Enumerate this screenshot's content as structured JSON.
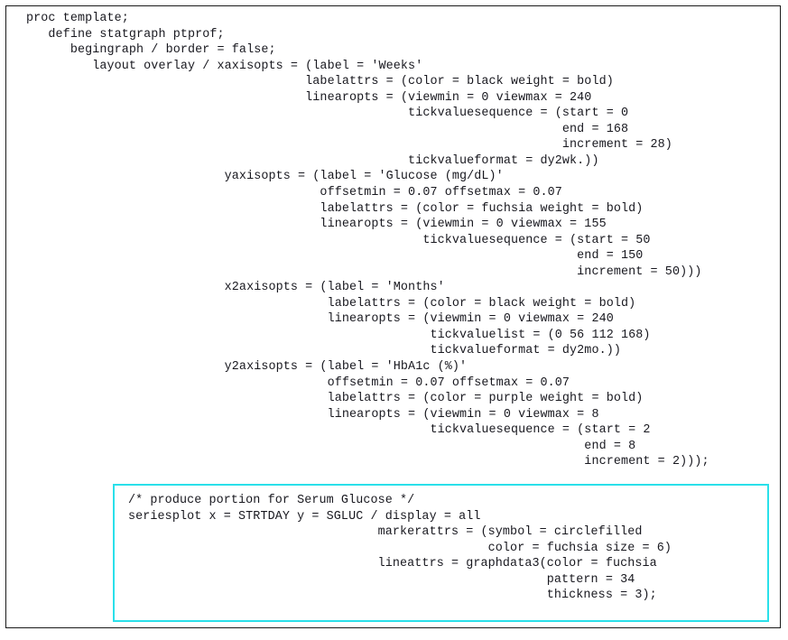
{
  "document": {
    "language": "SAS",
    "frame_border_color": "#1a1a1a",
    "text_color": "#18181f",
    "background_color": "#ffffff"
  },
  "main_code": {
    "name": "proc-template-definition",
    "text": "proc template;\n   define statgraph ptprof;\n      begingraph / border = false;\n         layout overlay / xaxisopts = (label = 'Weeks'\n                                      labelattrs = (color = black weight = bold)\n                                      linearopts = (viewmin = 0 viewmax = 240\n                                                    tickvaluesequence = (start = 0\n                                                                         end = 168\n                                                                         increment = 28)\n                                                    tickvalueformat = dy2wk.))\n                           yaxisopts = (label = 'Glucose (mg/dL)'\n                                        offsetmin = 0.07 offsetmax = 0.07\n                                        labelattrs = (color = fuchsia weight = bold)\n                                        linearopts = (viewmin = 0 viewmax = 155\n                                                      tickvaluesequence = (start = 50\n                                                                           end = 150\n                                                                           increment = 50)))\n                           x2axisopts = (label = 'Months'\n                                         labelattrs = (color = black weight = bold)\n                                         linearopts = (viewmin = 0 viewmax = 240\n                                                       tickvaluelist = (0 56 112 168)\n                                                       tickvalueformat = dy2mo.))\n                           y2axisopts = (label = 'HbA1c (%)'\n                                         offsetmin = 0.07 offsetmax = 0.07\n                                         labelattrs = (color = purple weight = bold)\n                                         linearopts = (viewmin = 0 viewmax = 8\n                                                       tickvaluesequence = (start = 2\n                                                                            end = 8\n                                                                            increment = 2)));"
  },
  "highlighted_code": {
    "name": "serum-glucose-seriesplot",
    "border_color": "#2ae0ea",
    "comment": "/* produce portion for Serum Glucose */",
    "text": "/* produce portion for Serum Glucose */\nseriesplot x = STRTDAY y = SGLUC / display = all\n                                  markerattrs = (symbol = circlefilled\n                                                 color = fuchsia size = 6)\n                                  lineattrs = graphdata3(color = fuchsia\n                                                         pattern = 34\n                                                         thickness = 3);"
  },
  "statements": {
    "proc": "proc template;",
    "define": "define statgraph ptprof;",
    "begingraph": "begingraph / border = false;",
    "layout": "layout overlay",
    "seriesplot": "seriesplot x = STRTDAY y = SGLUC / display = all"
  },
  "axis_options": {
    "xaxisopts": {
      "label": "Weeks",
      "labelattrs": {
        "color": "black",
        "weight": "bold"
      },
      "linearopts": {
        "viewmin": 0,
        "viewmax": 240,
        "tickvaluesequence": {
          "start": 0,
          "end": 168,
          "increment": 28
        },
        "tickvalueformat": "dy2wk."
      }
    },
    "yaxisopts": {
      "label": "Glucose (mg/dL)",
      "offsetmin": 0.07,
      "offsetmax": 0.07,
      "labelattrs": {
        "color": "fuchsia",
        "weight": "bold"
      },
      "linearopts": {
        "viewmin": 0,
        "viewmax": 155,
        "tickvaluesequence": {
          "start": 50,
          "end": 150,
          "increment": 50
        }
      }
    },
    "x2axisopts": {
      "label": "Months",
      "labelattrs": {
        "color": "black",
        "weight": "bold"
      },
      "linearopts": {
        "viewmin": 0,
        "viewmax": 240,
        "tickvaluelist": [
          0,
          56,
          112,
          168
        ],
        "tickvalueformat": "dy2mo."
      }
    },
    "y2axisopts": {
      "label": "HbA1c (%)",
      "offsetmin": 0.07,
      "offsetmax": 0.07,
      "labelattrs": {
        "color": "purple",
        "weight": "bold"
      },
      "linearopts": {
        "viewmin": 0,
        "viewmax": 8,
        "tickvaluesequence": {
          "start": 2,
          "end": 8,
          "increment": 2
        }
      }
    }
  },
  "plot_options": {
    "x": "STRTDAY",
    "y": "SGLUC",
    "display": "all",
    "markerattrs": {
      "symbol": "circlefilled",
      "color": "fuchsia",
      "size": 6
    },
    "lineattrs": {
      "style": "graphdata3",
      "color": "fuchsia",
      "pattern": 34,
      "thickness": 3
    }
  }
}
